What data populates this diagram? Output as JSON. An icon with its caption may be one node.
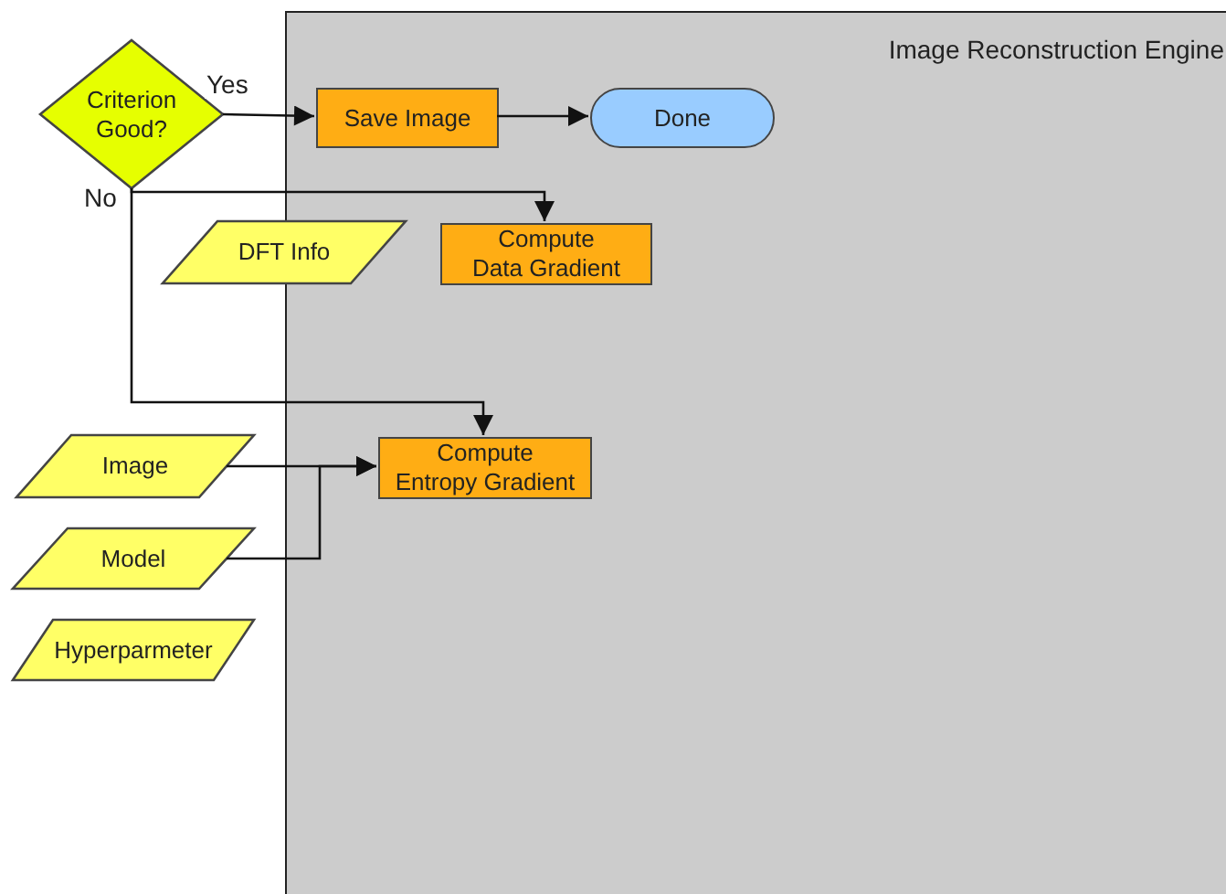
{
  "diagram": {
    "nodes": [
      {
        "text": [
          "Image Reconstruction Engine"
        ]
      },
      {
        "text": [
          "Criterion Good?"
        ]
      },
      {
        "text": [
          "Save Image"
        ],
        "in": 0
      },
      {
        "text": [
          "Done"
        ],
        "in": 0
      },
      {
        "text": [
          "DFT Info"
        ]
      },
      {
        "text": [
          "Compute Data Gradient"
        ],
        "in": 0
      },
      {
        "text": [
          "Image"
        ]
      },
      {
        "text": [
          "Model"
        ]
      },
      {
        "text": [
          "Hyperparmeter"
        ]
      },
      {
        "text": [
          "Compute Entropy Gradient"
        ],
        "in": 0
      }
    ],
    "edges": [
      {
        "from": 1,
        "to": 2,
        "label": "Yes",
        "arrow": "to"
      },
      {
        "from": 2,
        "to": 3,
        "arrow": "to"
      },
      {
        "from": 1,
        "to": 5,
        "label": "No",
        "arrow": "to"
      },
      {
        "from": 1,
        "to": 9,
        "arrow": "to"
      },
      {
        "from": 6,
        "to": 9,
        "arrow": "to"
      },
      {
        "from": 7,
        "to": 9,
        "arrow": "to"
      }
    ]
  }
}
